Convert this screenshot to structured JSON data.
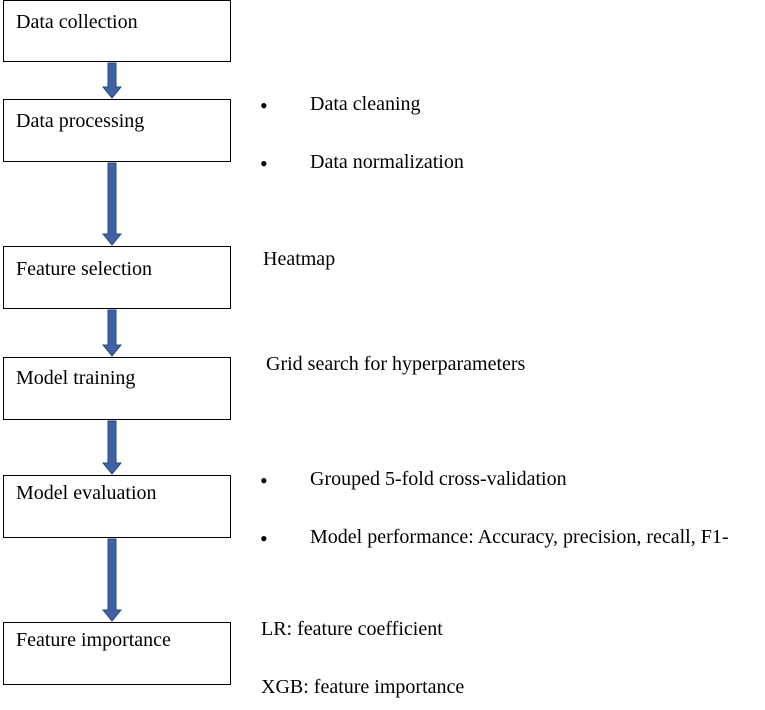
{
  "steps": [
    {
      "label": "Data collection"
    },
    {
      "label": "Data processing"
    },
    {
      "label": "Feature selection"
    },
    {
      "label": "Model training"
    },
    {
      "label": "Model evaluation"
    },
    {
      "label": "Feature importance"
    }
  ],
  "notes": {
    "processing": [
      "Data cleaning",
      "Data normalization"
    ],
    "selection": "Heatmap",
    "training": "Grid search for hyperparameters",
    "evaluation": [
      "Grouped 5-fold cross-validation",
      "Model performance: Accuracy, precision, recall, F1-"
    ],
    "importance": [
      "LR: feature coefficient",
      "XGB: feature importance"
    ]
  },
  "colors": {
    "arrow_fill": "#3e62a3",
    "arrow_stroke": "#2a4a80"
  }
}
